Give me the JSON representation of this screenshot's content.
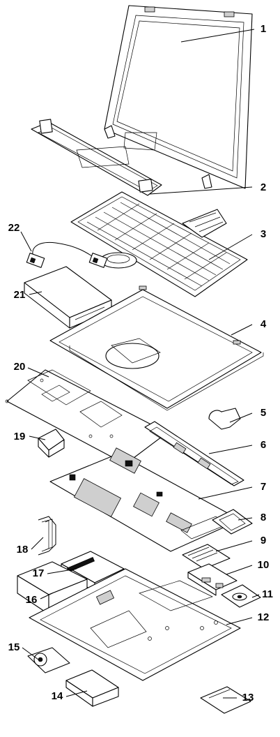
{
  "callouts": [
    {
      "id": "1",
      "label": "1"
    },
    {
      "id": "2",
      "label": "2"
    },
    {
      "id": "3",
      "label": "3"
    },
    {
      "id": "4",
      "label": "4"
    },
    {
      "id": "5",
      "label": "5"
    },
    {
      "id": "6",
      "label": "6"
    },
    {
      "id": "7",
      "label": "7"
    },
    {
      "id": "8",
      "label": "8"
    },
    {
      "id": "9",
      "label": "9"
    },
    {
      "id": "10",
      "label": "10"
    },
    {
      "id": "11",
      "label": "11"
    },
    {
      "id": "12",
      "label": "12"
    },
    {
      "id": "13",
      "label": "13"
    },
    {
      "id": "14",
      "label": "14"
    },
    {
      "id": "15",
      "label": "15"
    },
    {
      "id": "16",
      "label": "16"
    },
    {
      "id": "17",
      "label": "17"
    },
    {
      "id": "18",
      "label": "18"
    },
    {
      "id": "19",
      "label": "19"
    },
    {
      "id": "20",
      "label": "20"
    },
    {
      "id": "21",
      "label": "21"
    },
    {
      "id": "22",
      "label": "22"
    }
  ],
  "colors": {
    "ink": "#000000",
    "background": "#ffffff"
  }
}
